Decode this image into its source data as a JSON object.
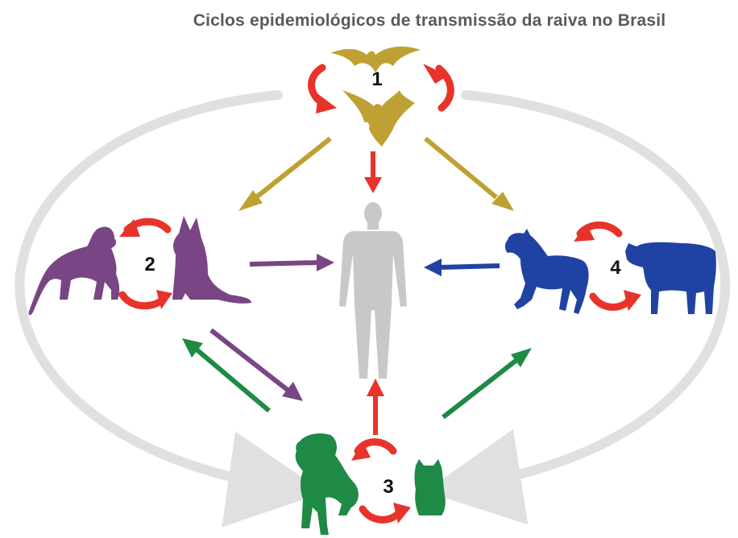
{
  "title": "Ciclos epidemiológicos de transmissão da raiva no Brasil",
  "cycles": [
    {
      "number": "1",
      "animals": [
        "bat-icon",
        "bat-icon"
      ],
      "color": "#bfa133"
    },
    {
      "number": "2",
      "animals": [
        "monkey-icon",
        "fox-icon"
      ],
      "color": "#7a4585"
    },
    {
      "number": "3",
      "animals": [
        "dog-icon",
        "cat-icon"
      ],
      "color": "#1e8a45"
    },
    {
      "number": "4",
      "animals": [
        "horse-icon",
        "cow-icon"
      ],
      "color": "#2043a3"
    }
  ],
  "colors": {
    "cycle_arrow": "#e8332b",
    "loop": "#e0e0e0",
    "human": "#c8c8c8"
  },
  "center_icon": "human-icon"
}
